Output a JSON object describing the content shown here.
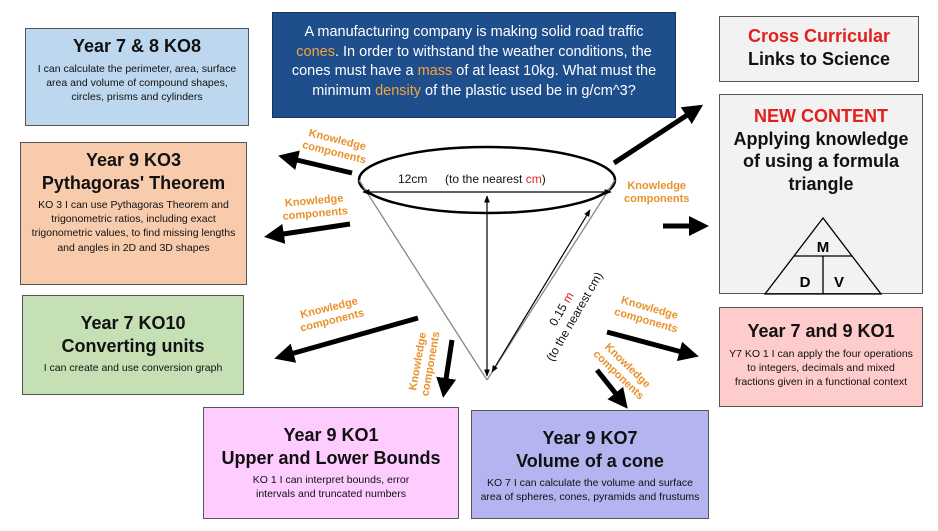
{
  "problem": {
    "p1": "A manufacturing company is making solid road traffic ",
    "w1": "cones",
    "p2": ". In order to withstand the weather conditions, the cones must have a ",
    "w2": "mass",
    "p3": " of at least 10kg. What must the minimum ",
    "w3": "density",
    "p4": " of the plastic used be in g/cm^3?"
  },
  "boxes": {
    "ko8": {
      "title": "Year 7 & 8 KO8",
      "desc": "I can calculate the perimeter, area, surface area and volume of compound shapes, circles, prisms and cylinders",
      "color": "#bdd7ee"
    },
    "ko3": {
      "title1": "Year 9 KO3",
      "title2": "Pythagoras' Theorem",
      "desc": "KO 3 I can use Pythagoras Theorem and trigonometric ratios, including exact trigonometric values, to find missing lengths and angles in 2D and 3D shapes",
      "color": "#f8cbad"
    },
    "ko10": {
      "title1": "Year 7 KO10",
      "title2": "Converting units",
      "desc": "I can create and use conversion graph",
      "color": "#c5e0b4"
    },
    "ko1bounds": {
      "title1": "Year 9 KO1",
      "title2": "Upper and Lower Bounds",
      "desc": "KO 1 I can interpret bounds, error intervals and truncated numbers",
      "color": "#ffccff"
    },
    "ko7": {
      "title1": "Year 9 KO7",
      "title2": "Volume of a cone",
      "desc": "KO 7 I can calculate the volume and surface area of spheres, cones, pyramids and frustums",
      "color": "#b4b4f0"
    },
    "ko1ops": {
      "title": "Year 7 and 9 KO1",
      "desc": "Y7 KO 1 I can apply the four operations to integers, decimals and mixed fractions given in a functional context",
      "color": "#ffcccc"
    },
    "cross": {
      "title1": "Cross Curricular",
      "title2": "Links to Science",
      "color": "#f2f2f2"
    },
    "newc": {
      "title1": "NEW CONTENT",
      "title2": "Applying knowledge of using a formula triangle",
      "color": "#f2f2f2"
    }
  },
  "triangle": {
    "top": "M",
    "left": "D",
    "right": "V"
  },
  "cone": {
    "diam": "12cm",
    "note_pre": "(to the nearest ",
    "note_unit": "cm",
    "note_post": ")",
    "slant_val": "0.15 ",
    "slant_unit": "m",
    "slant_note": "(to the nearest cm)"
  },
  "kc": {
    "k1": "Knowledge\ncomponents",
    "k2": "Knowledge\ncomponents",
    "k3": "Knowledge\ncomponents",
    "k4": "Knowledge\ncomponents",
    "k5": "Knowledge\ncomponents",
    "k6": "Knowledge\ncomponents",
    "k7": "Knowledge\ncomponents"
  },
  "colors": {
    "accent_red": "#e0211d",
    "orange": "#e8922c",
    "problem_bg": "#1f4e8c"
  }
}
